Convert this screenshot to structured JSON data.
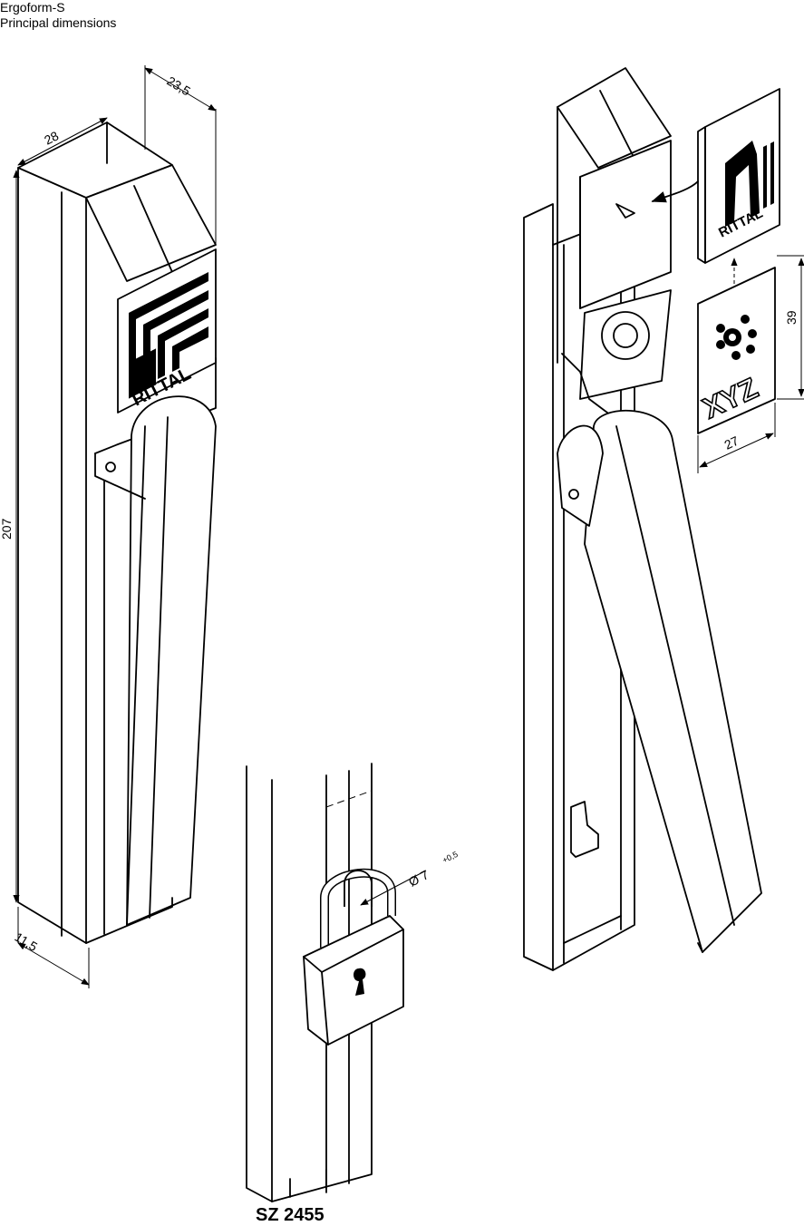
{
  "header": {
    "title": "Ergoform-S",
    "subtitle": "Principal dimensions"
  },
  "dimensions": {
    "depth_top": "23,5",
    "width_top": "28",
    "height": "207",
    "bottom_offset": "11,5",
    "insert_height": "39",
    "insert_width": "27",
    "hole_diameter": "Ø 7",
    "hole_tolerance": "+0,5"
  },
  "labels": {
    "brand_logo_left": "RITTAL",
    "brand_logo_right": "RITTAL",
    "insert_text": "XYZ",
    "part_number": "SZ 2455"
  }
}
